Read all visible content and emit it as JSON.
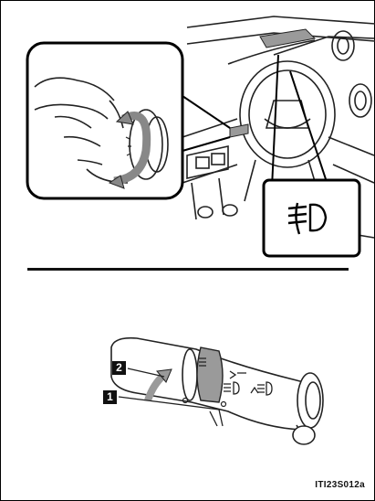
{
  "figure_id": "ITI23S012a",
  "callouts": {
    "one": "1",
    "two": "2"
  },
  "icons": [
    "front-fog-light-icon",
    "rotation-arrow-icon",
    "headlight-icon"
  ]
}
